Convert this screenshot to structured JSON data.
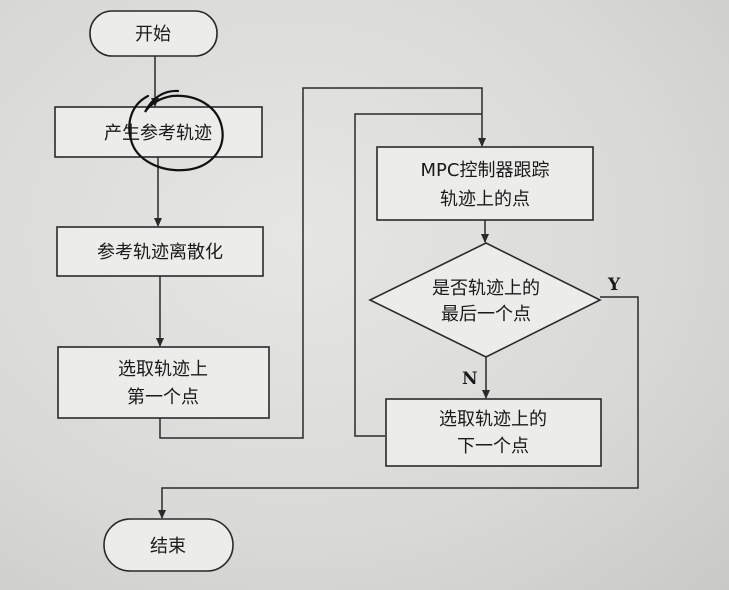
{
  "flowchart": {
    "start": "开始",
    "generate_ref": "产生参考轨迹",
    "discretize": "参考轨迹离散化",
    "select_first": [
      "选取轨迹上",
      "第一个点"
    ],
    "mpc_track": [
      "MPC控制器跟踪",
      "轨迹上的点"
    ],
    "decision": [
      "是否轨迹上的",
      "最后一个点"
    ],
    "yes_label": "Y",
    "no_label": "N",
    "select_next": [
      "选取轨迹上的",
      "下一个点"
    ],
    "end": "结束"
  }
}
